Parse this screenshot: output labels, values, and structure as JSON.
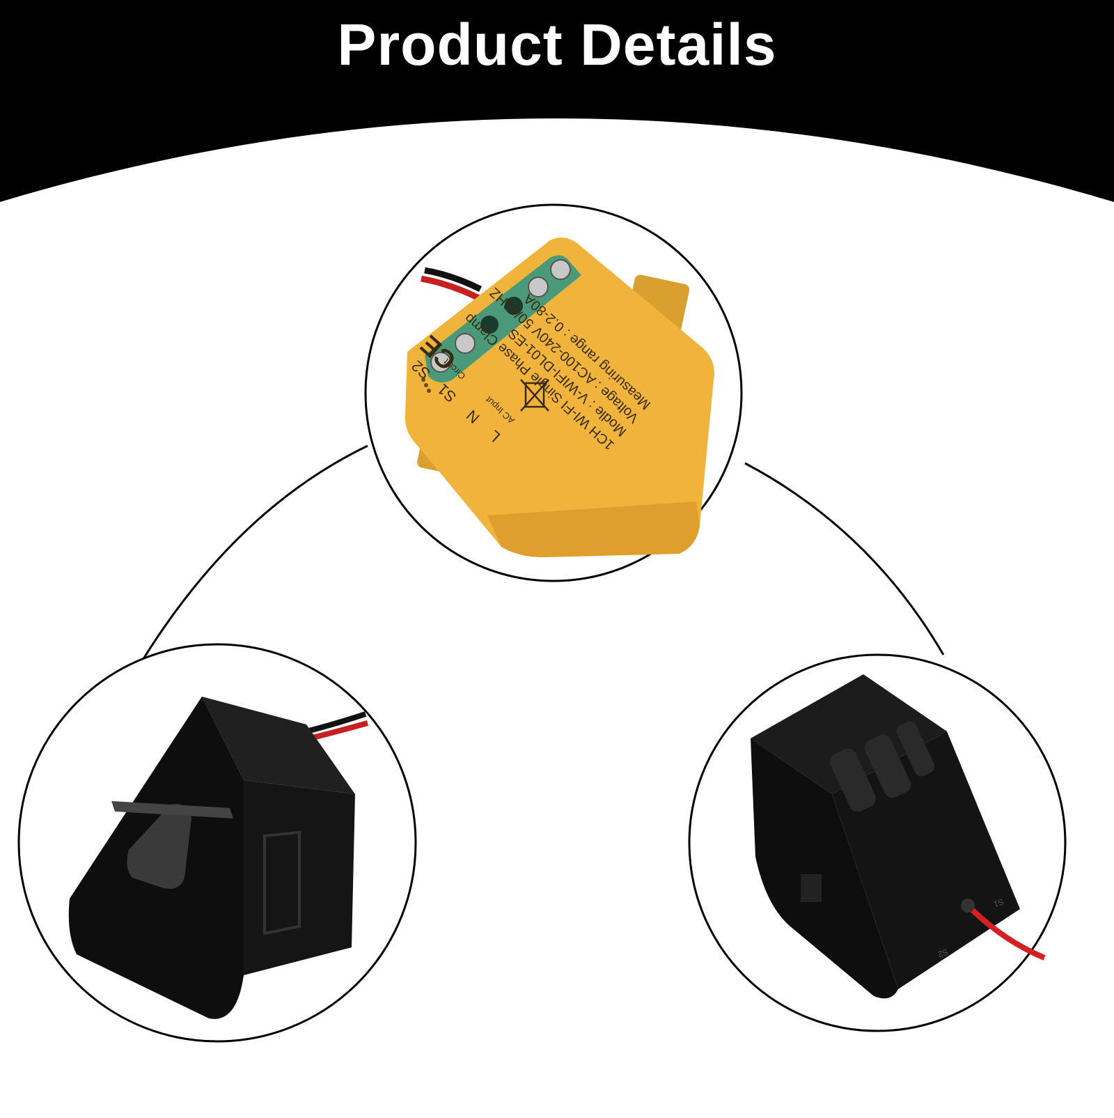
{
  "header": {
    "title": "Product Details",
    "background_color": "#000000",
    "text_color": "#ffffff"
  },
  "module": {
    "body_color": "#f0b43c",
    "terminal_color": "#4a9a7a",
    "label_lines": [
      "1CH WI-FI Single Phase Clamp",
      "Modle : V-WIFI-DL01-ES",
      "Voltage : AC100-240V 50/60HZ",
      "Measuring range : 0.2-80A"
    ],
    "terminals": [
      "L",
      "N",
      "S1",
      "S2"
    ],
    "group_labels": [
      "AC Input",
      "Circuit"
    ],
    "cert_mark": "CE"
  },
  "clamp": {
    "body_color": "#0e0e0e",
    "wire_color": "#d42020",
    "back_marks": [
      "S1",
      "S2"
    ]
  }
}
